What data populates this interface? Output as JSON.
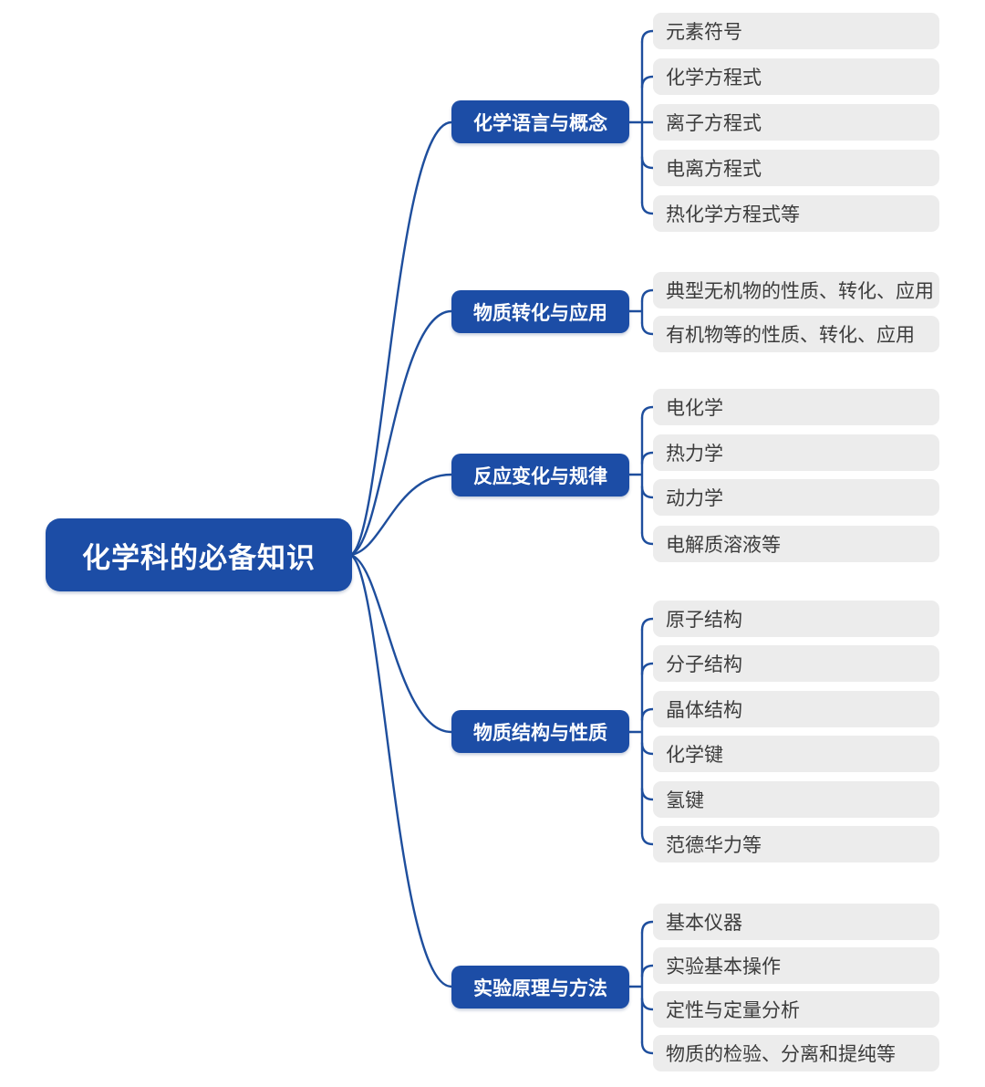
{
  "root": {
    "label": "化学科的必备知识"
  },
  "branches": [
    {
      "label": "化学语言与概念",
      "children": [
        "元素符号",
        "化学方程式",
        "离子方程式",
        "电离方程式",
        "热化学方程式等"
      ]
    },
    {
      "label": "物质转化与应用",
      "children": [
        "典型无机物的性质、转化、应用",
        "有机物等的性质、转化、应用"
      ]
    },
    {
      "label": "反应变化与规律",
      "children": [
        "电化学",
        "热力学",
        "动力学",
        "电解质溶液等"
      ]
    },
    {
      "label": "物质结构与性质",
      "children": [
        "原子结构",
        "分子结构",
        "晶体结构",
        "化学键",
        "氢键",
        "范德华力等"
      ]
    },
    {
      "label": "实验原理与方法",
      "children": [
        "基本仪器",
        "实验基本操作",
        "定性与定量分析",
        "物质的检验、分离和提纯等"
      ]
    }
  ],
  "colors": {
    "node_blue": "#1c4da6",
    "connector_blue": "#1e4e9d",
    "leaf_background": "#ececec",
    "leaf_text": "#3c3c3c",
    "node_text": "#ffffff"
  }
}
